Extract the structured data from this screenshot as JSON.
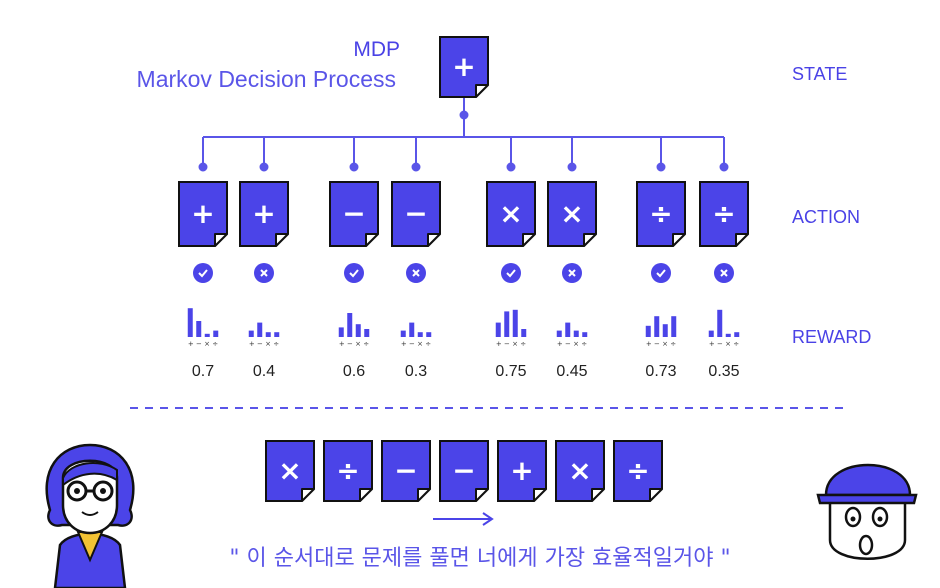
{
  "header": {
    "title": "MDP",
    "subtitle": "Markov Decision Process"
  },
  "labels": {
    "state": "STATE",
    "action": "ACTION",
    "reward": "REWARD"
  },
  "state_card": {
    "symbol": "+"
  },
  "actions": [
    {
      "symbol": "+",
      "result": "check",
      "reward": "0.7",
      "bars": [
        0.9,
        0.5,
        0.1,
        0.2
      ]
    },
    {
      "symbol": "+",
      "result": "cross",
      "reward": "0.4",
      "bars": [
        0.2,
        0.45,
        0.15,
        0.15
      ]
    },
    {
      "symbol": "−",
      "result": "check",
      "reward": "0.6",
      "bars": [
        0.3,
        0.75,
        0.4,
        0.25
      ]
    },
    {
      "symbol": "−",
      "result": "cross",
      "reward": "0.3",
      "bars": [
        0.2,
        0.45,
        0.15,
        0.15
      ]
    },
    {
      "symbol": "×",
      "result": "check",
      "reward": "0.75",
      "bars": [
        0.45,
        0.8,
        0.85,
        0.25
      ]
    },
    {
      "symbol": "×",
      "result": "cross",
      "reward": "0.45",
      "bars": [
        0.2,
        0.45,
        0.2,
        0.15
      ]
    },
    {
      "symbol": "÷",
      "result": "check",
      "reward": "0.73",
      "bars": [
        0.35,
        0.65,
        0.4,
        0.65
      ]
    },
    {
      "symbol": "÷",
      "result": "cross",
      "reward": "0.35",
      "bars": [
        0.2,
        0.85,
        0.1,
        0.15
      ]
    }
  ],
  "bar_axis_labels": "+ − × ÷",
  "sequence": [
    "×",
    "÷",
    "−",
    "−",
    "+",
    "×",
    "÷"
  ],
  "quote": "\" 이 순서대로 문제를 풀면 너에게 가장 효율적일거야 \"",
  "colors": {
    "accent": "#4b44e8",
    "card": "#4b44e8",
    "line": "#5a55e8",
    "text": "#222222",
    "yellow": "#f2c233"
  },
  "icons": {
    "check": "check-circle-icon",
    "cross": "x-circle-icon",
    "arrow": "right-arrow-icon"
  }
}
